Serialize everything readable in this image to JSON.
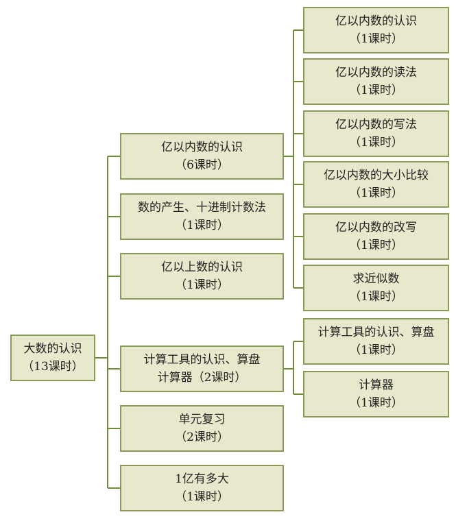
{
  "root": {
    "title": "大数的认识",
    "hours": "（13课时）"
  },
  "level1": [
    {
      "title": "亿以内数的认识",
      "hours": "（6课时）"
    },
    {
      "title": "数的产生、十进制计数法",
      "hours": "（1课时）"
    },
    {
      "title": "亿以上数的认识",
      "hours": "（1课时）"
    },
    {
      "title": "计算工具的认识、算盘",
      "hours": "计算器（2课时）"
    },
    {
      "title": "单元复习",
      "hours": "（2课时）"
    },
    {
      "title": "1亿有多大",
      "hours": "（1课时）"
    }
  ],
  "level2_yi": [
    {
      "title": "亿以内数的认识",
      "hours": "（1课时）"
    },
    {
      "title": "亿以内数的读法",
      "hours": "（1课时）"
    },
    {
      "title": "亿以内数的写法",
      "hours": "（1课时）"
    },
    {
      "title": "亿以内数的大小比较",
      "hours": "（1课时）"
    },
    {
      "title": "亿以内数的改写",
      "hours": "（1课时）"
    },
    {
      "title": "求近似数",
      "hours": "（1课时）"
    }
  ],
  "level2_calc": [
    {
      "title": "计算工具的认识、算盘",
      "hours": "（1课时）"
    },
    {
      "title": "计算器",
      "hours": "（1课时）"
    }
  ],
  "colors": {
    "box_fill": "#e8e8cc",
    "box_border": "#8a9a58",
    "connector": "#6f8a3a"
  }
}
